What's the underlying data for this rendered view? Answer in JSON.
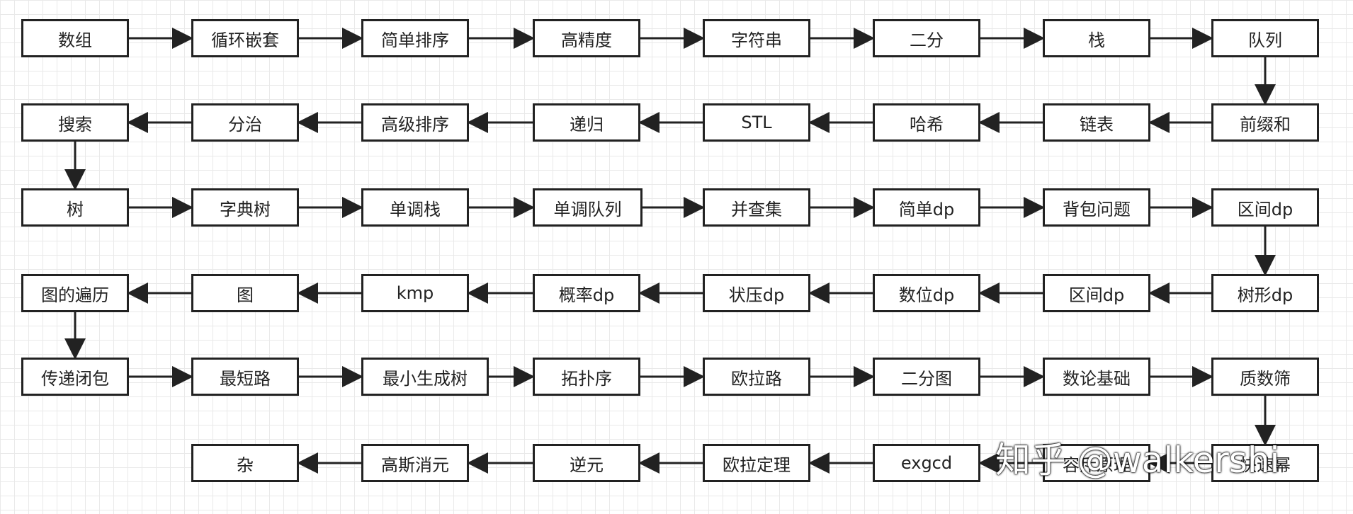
{
  "rows": [
    {
      "direction": "right",
      "nodes": [
        "数组",
        "循环嵌套",
        "简单排序",
        "高精度",
        "字符串",
        "二分",
        "栈",
        "队列"
      ]
    },
    {
      "direction": "left",
      "nodes": [
        "搜索",
        "分治",
        "高级排序",
        "递归",
        "STL",
        "哈希",
        "链表",
        "前缀和"
      ]
    },
    {
      "direction": "right",
      "nodes": [
        "树",
        "字典树",
        "单调栈",
        "单调队列",
        "并查集",
        "简单dp",
        "背包问题",
        "区间dp"
      ]
    },
    {
      "direction": "left",
      "nodes": [
        "图的遍历",
        "图",
        "kmp",
        "概率dp",
        "状压dp",
        "数位dp",
        "区间dp",
        "树形dp"
      ]
    },
    {
      "direction": "right",
      "nodes": [
        "传递闭包",
        "最短路",
        "最小生成树",
        "拓扑序",
        "欧拉路",
        "二分图",
        "数论基础",
        "质数筛"
      ]
    },
    {
      "direction": "left",
      "nodes": [
        "",
        "杂",
        "高斯消元",
        "逆元",
        "欧拉定理",
        "exgcd",
        "容斥原理",
        "快速幂"
      ]
    }
  ],
  "watermark": "知乎 @walkershi",
  "colors": {
    "stroke": "#222222",
    "fill": "#ffffff",
    "grid": "#e9e9e9"
  }
}
